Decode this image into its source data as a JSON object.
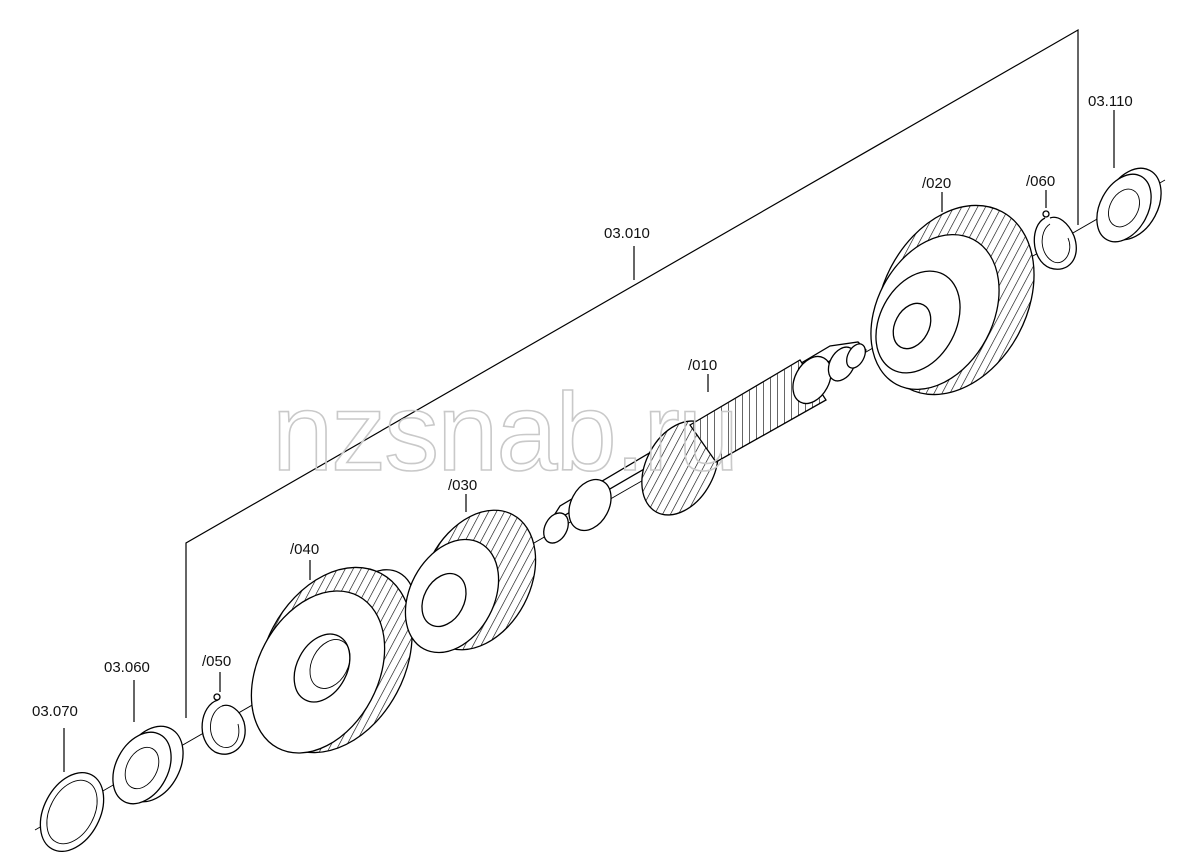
{
  "watermark": "nzsnab.ru",
  "labels": {
    "assembly": "03.010",
    "shaft": "/010",
    "gear_020": "/020",
    "gear_030": "/030",
    "gear_040": "/040",
    "ring_050": "/050",
    "ring_060": "/060",
    "bearing_right": "03.110",
    "bearing_left": "03.060",
    "washer_left": "03.070"
  },
  "colors": {
    "line": "#000000",
    "watermark": "#c9c9c9",
    "background": "#ffffff"
  }
}
